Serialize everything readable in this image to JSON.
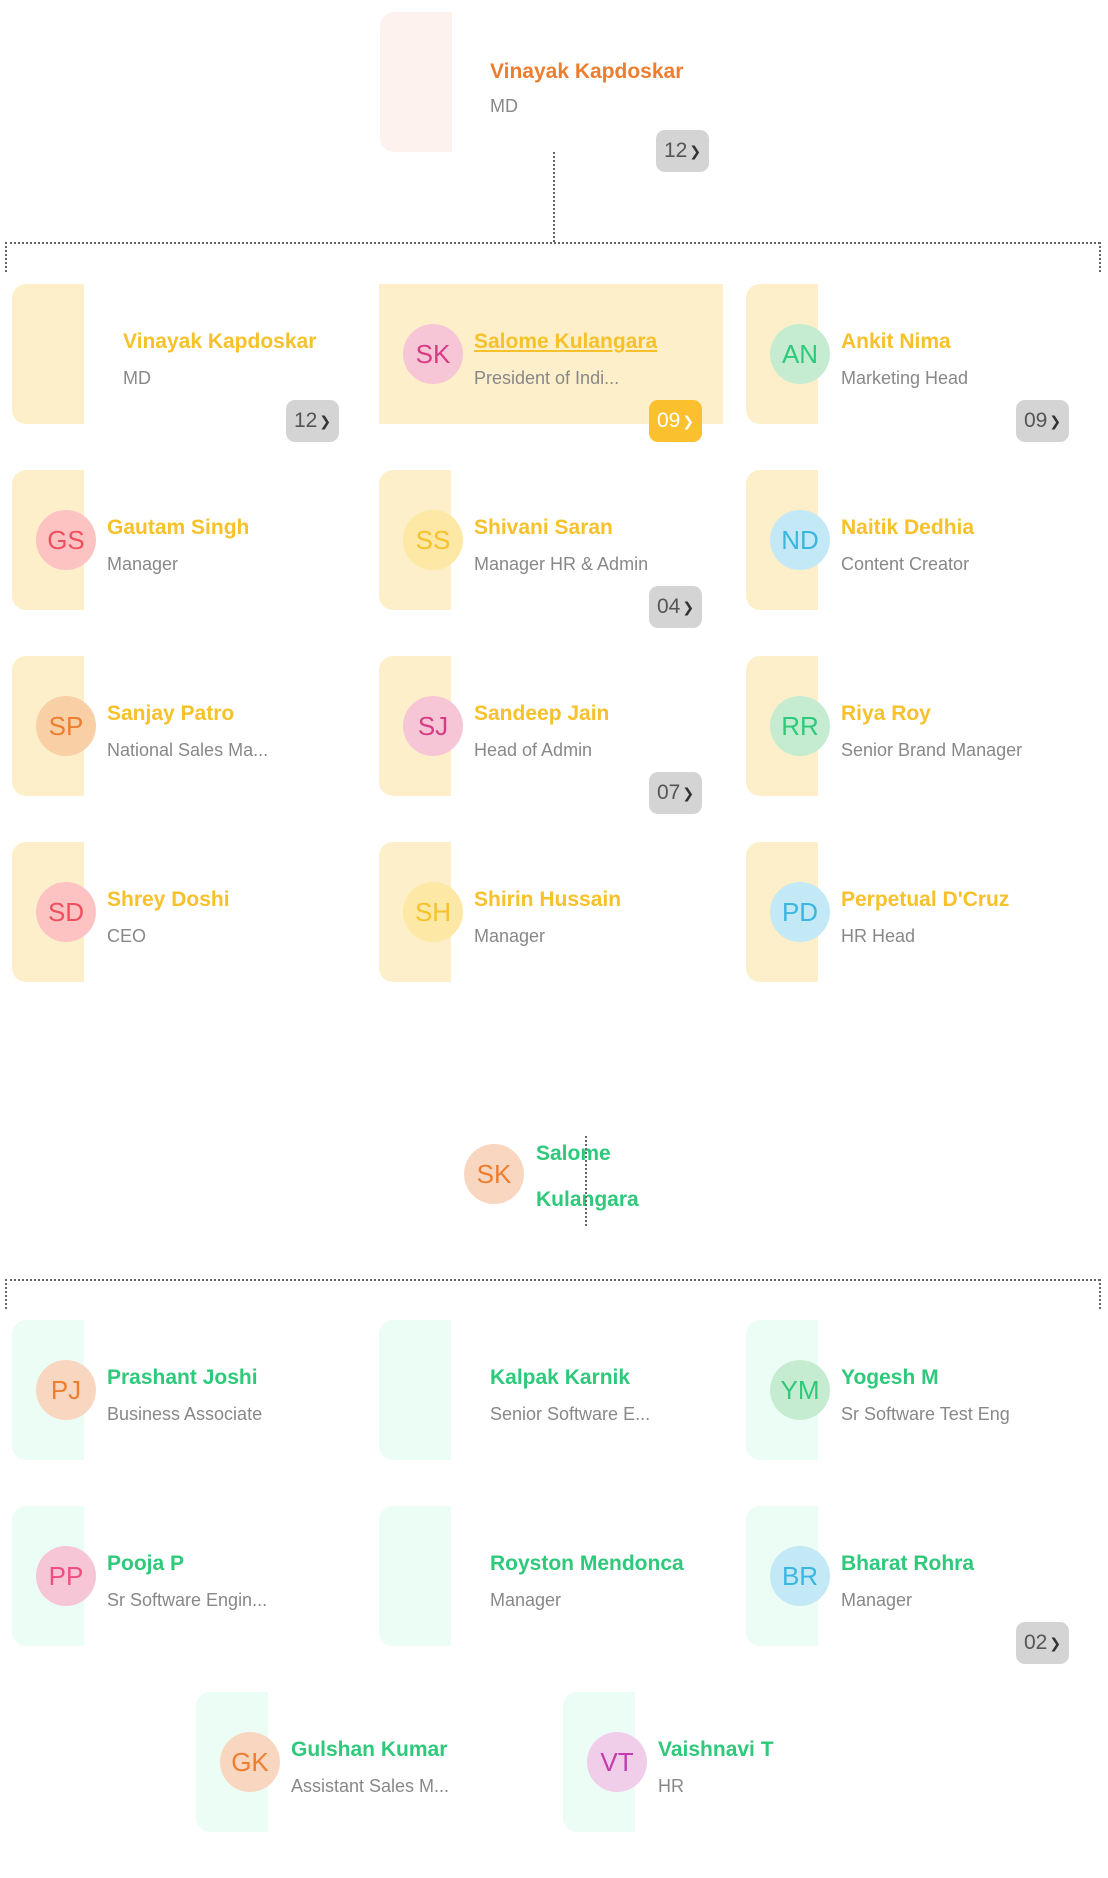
{
  "root": {
    "name": "Vinayak Kapdoskar",
    "role": "MD",
    "count": "12"
  },
  "group1": {
    "cards": [
      {
        "initials": "",
        "name": "Vinayak Kapdoskar",
        "role": "MD",
        "count": "12"
      },
      {
        "initials": "SK",
        "name": "Salome Kulangara",
        "role": "President of Indi...",
        "count": "09"
      },
      {
        "initials": "AN",
        "name": "Ankit Nima",
        "role": "Marketing Head",
        "count": "09"
      },
      {
        "initials": "GS",
        "name": "Gautam Singh",
        "role": "Manager"
      },
      {
        "initials": "SS",
        "name": "Shivani Saran",
        "role": "Manager HR & Admin",
        "count": "04"
      },
      {
        "initials": "ND",
        "name": "Naitik Dedhia",
        "role": "Content Creator"
      },
      {
        "initials": "SP",
        "name": "Sanjay Patro",
        "role": "National Sales Ma..."
      },
      {
        "initials": "SJ",
        "name": "Sandeep Jain",
        "role": "Head of Admin",
        "count": "07"
      },
      {
        "initials": "RR",
        "name": "Riya Roy",
        "role": "Senior Brand Manager"
      },
      {
        "initials": "SD",
        "name": "Shrey Doshi",
        "role": "CEO"
      },
      {
        "initials": "SH",
        "name": "Shirin Hussain",
        "role": "Manager"
      },
      {
        "initials": "PD",
        "name": "Perpetual D'Cruz",
        "role": "HR Head"
      }
    ]
  },
  "sub_root": {
    "initials": "SK",
    "name_line1": "Salome",
    "name_line2": "Kulangara"
  },
  "group2": {
    "cards": [
      {
        "initials": "PJ",
        "name": "Prashant Joshi",
        "role": "Business Associate"
      },
      {
        "initials": "",
        "name": "Kalpak Karnik",
        "role": "Senior Software E..."
      },
      {
        "initials": "YM",
        "name": "Yogesh M",
        "role": "Sr Software Test Eng"
      },
      {
        "initials": "PP",
        "name": "Pooja P",
        "role": "Sr Software Engin..."
      },
      {
        "initials": "",
        "name": "Royston Mendonca",
        "role": "Manager"
      },
      {
        "initials": "BR",
        "name": "Bharat Rohra",
        "role": "Manager",
        "count": "02"
      },
      {
        "initials": "GK",
        "name": "Gulshan Kumar",
        "role": "Assistant Sales M..."
      },
      {
        "initials": "VT",
        "name": "Vaishnavi T",
        "role": "HR"
      }
    ]
  },
  "colors": {
    "accent_yellow": "#f6c12b",
    "accent_orange": "#ee7e2f",
    "accent_green": "#2ec97a",
    "badge_active": "#fbc02d",
    "badge_default": "#d4d4d4"
  },
  "icons": {
    "expand": "chevron-down-icon"
  }
}
